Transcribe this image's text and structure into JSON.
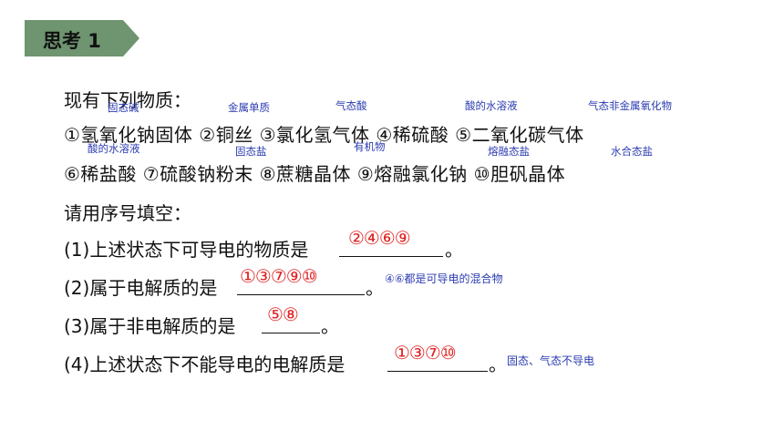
{
  "badge": {
    "label": "思考 1",
    "color": "#6e9470"
  },
  "intro": "现有下列物质：",
  "substances_row1": "①氢氧化钠固体 ②铜丝 ③氯化氢气体 ④稀硫酸 ⑤二氧化碳气体",
  "substances_row2": "⑥稀盐酸 ⑦硫酸钠粉末 ⑧蔗糖晶体 ⑨熔融氯化钠 ⑩胆矾晶体",
  "notes_row1": [
    "固态碱",
    "金属单质",
    "气态酸",
    "酸的水溶液",
    "气态非金属氧化物"
  ],
  "notes_row2": [
    "酸的水溶液",
    "固态盐",
    "有机物",
    "熔融态盐",
    "水合态盐"
  ],
  "instruction": "请用序号填空：",
  "questions": [
    {
      "text": "(1)上述状态下可导电的物质是",
      "answer": "②④⑥⑨",
      "end": "。",
      "note": ""
    },
    {
      "text": "(2)属于电解质的是",
      "answer": "①③⑦⑨⑩",
      "end": "。",
      "note": "④⑥都是可导电的混合物"
    },
    {
      "text": "(3)属于非电解质的是",
      "answer": "⑤⑧",
      "end": "。",
      "note": ""
    },
    {
      "text": "(4)上述状态下不能导电的电解质是",
      "answer": "①③⑦⑩",
      "end": "。",
      "note": "固态、气态不导电"
    }
  ],
  "colors": {
    "annotation": "#2b3bb0",
    "answer": "#e02020",
    "badge": "#6e9470"
  }
}
